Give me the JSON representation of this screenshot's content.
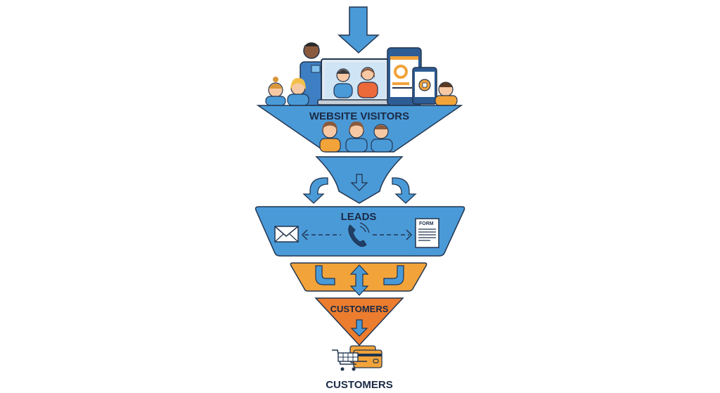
{
  "diagram": {
    "type": "sales-funnel",
    "colors": {
      "blue": "#4a9ad8",
      "blue_dark": "#1f3f66",
      "orange_light": "#f2a33a",
      "orange_dark": "#ec7d2e",
      "outline": "#22354f",
      "skin": "#f6c9a4"
    },
    "stages": [
      {
        "id": "visitors",
        "label": "WEBSITE VISITORS",
        "color": "#4a9ad8"
      },
      {
        "id": "leads",
        "label": "LEADS",
        "color": "#4a9ad8"
      },
      {
        "id": "qualify",
        "label": "",
        "color": "#f2a33a"
      },
      {
        "id": "customers",
        "label": "CUSTOMERS",
        "color": "#ec7d2e"
      }
    ],
    "leads_icons": {
      "left": "envelope-icon",
      "center": "phone-icon",
      "right": "form-icon",
      "form_label": "FORM"
    },
    "footer": {
      "icons": [
        "shopping-cart-icon",
        "credit-card-icon"
      ],
      "label": "CUSTOMERS"
    }
  }
}
